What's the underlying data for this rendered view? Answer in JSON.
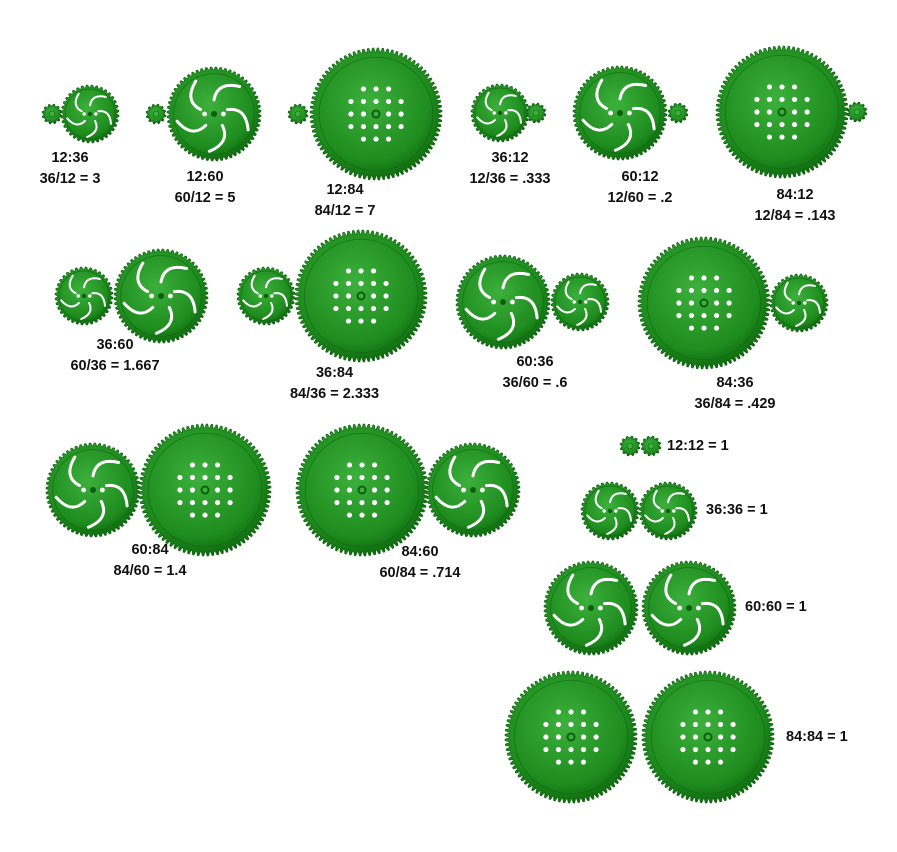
{
  "colors": {
    "gear_dark": "#0b5f0b",
    "gear_body": "#1e8c1e",
    "gear_light": "#3cb03c",
    "hole": "#ffffff",
    "text": "#111111"
  },
  "pairs": [
    {
      "id": "g12-36",
      "ratio": "12:36",
      "formula": "36/12 = 3"
    },
    {
      "id": "g12-60",
      "ratio": "12:60",
      "formula": "60/12 = 5"
    },
    {
      "id": "g12-84",
      "ratio": "12:84",
      "formula": "84/12 = 7"
    },
    {
      "id": "g36-12",
      "ratio": "36:12",
      "formula": "12/36 = .333"
    },
    {
      "id": "g60-12",
      "ratio": "60:12",
      "formula": "12/60 = .2"
    },
    {
      "id": "g84-12",
      "ratio": "84:12",
      "formula": "12/84 = .143"
    },
    {
      "id": "g36-60",
      "ratio": "36:60",
      "formula": "60/36 = 1.667"
    },
    {
      "id": "g36-84",
      "ratio": "36:84",
      "formula": "84/36 = 2.333"
    },
    {
      "id": "g60-36",
      "ratio": "60:36",
      "formula": "36/60 = .6"
    },
    {
      "id": "g84-36",
      "ratio": "84:36",
      "formula": "36/84 = .429"
    },
    {
      "id": "g60-84",
      "ratio": "60:84",
      "formula": "84/60 = 1.4"
    },
    {
      "id": "g84-60",
      "ratio": "84:60",
      "formula": "60/84 = .714"
    },
    {
      "id": "g12-12",
      "ratio": "12:12 = 1",
      "formula": ""
    },
    {
      "id": "g36-36",
      "ratio": "36:36 = 1",
      "formula": ""
    },
    {
      "id": "g60-60",
      "ratio": "60:60 = 1",
      "formula": ""
    },
    {
      "id": "g84-84",
      "ratio": "84:84 = 1",
      "formula": ""
    }
  ]
}
